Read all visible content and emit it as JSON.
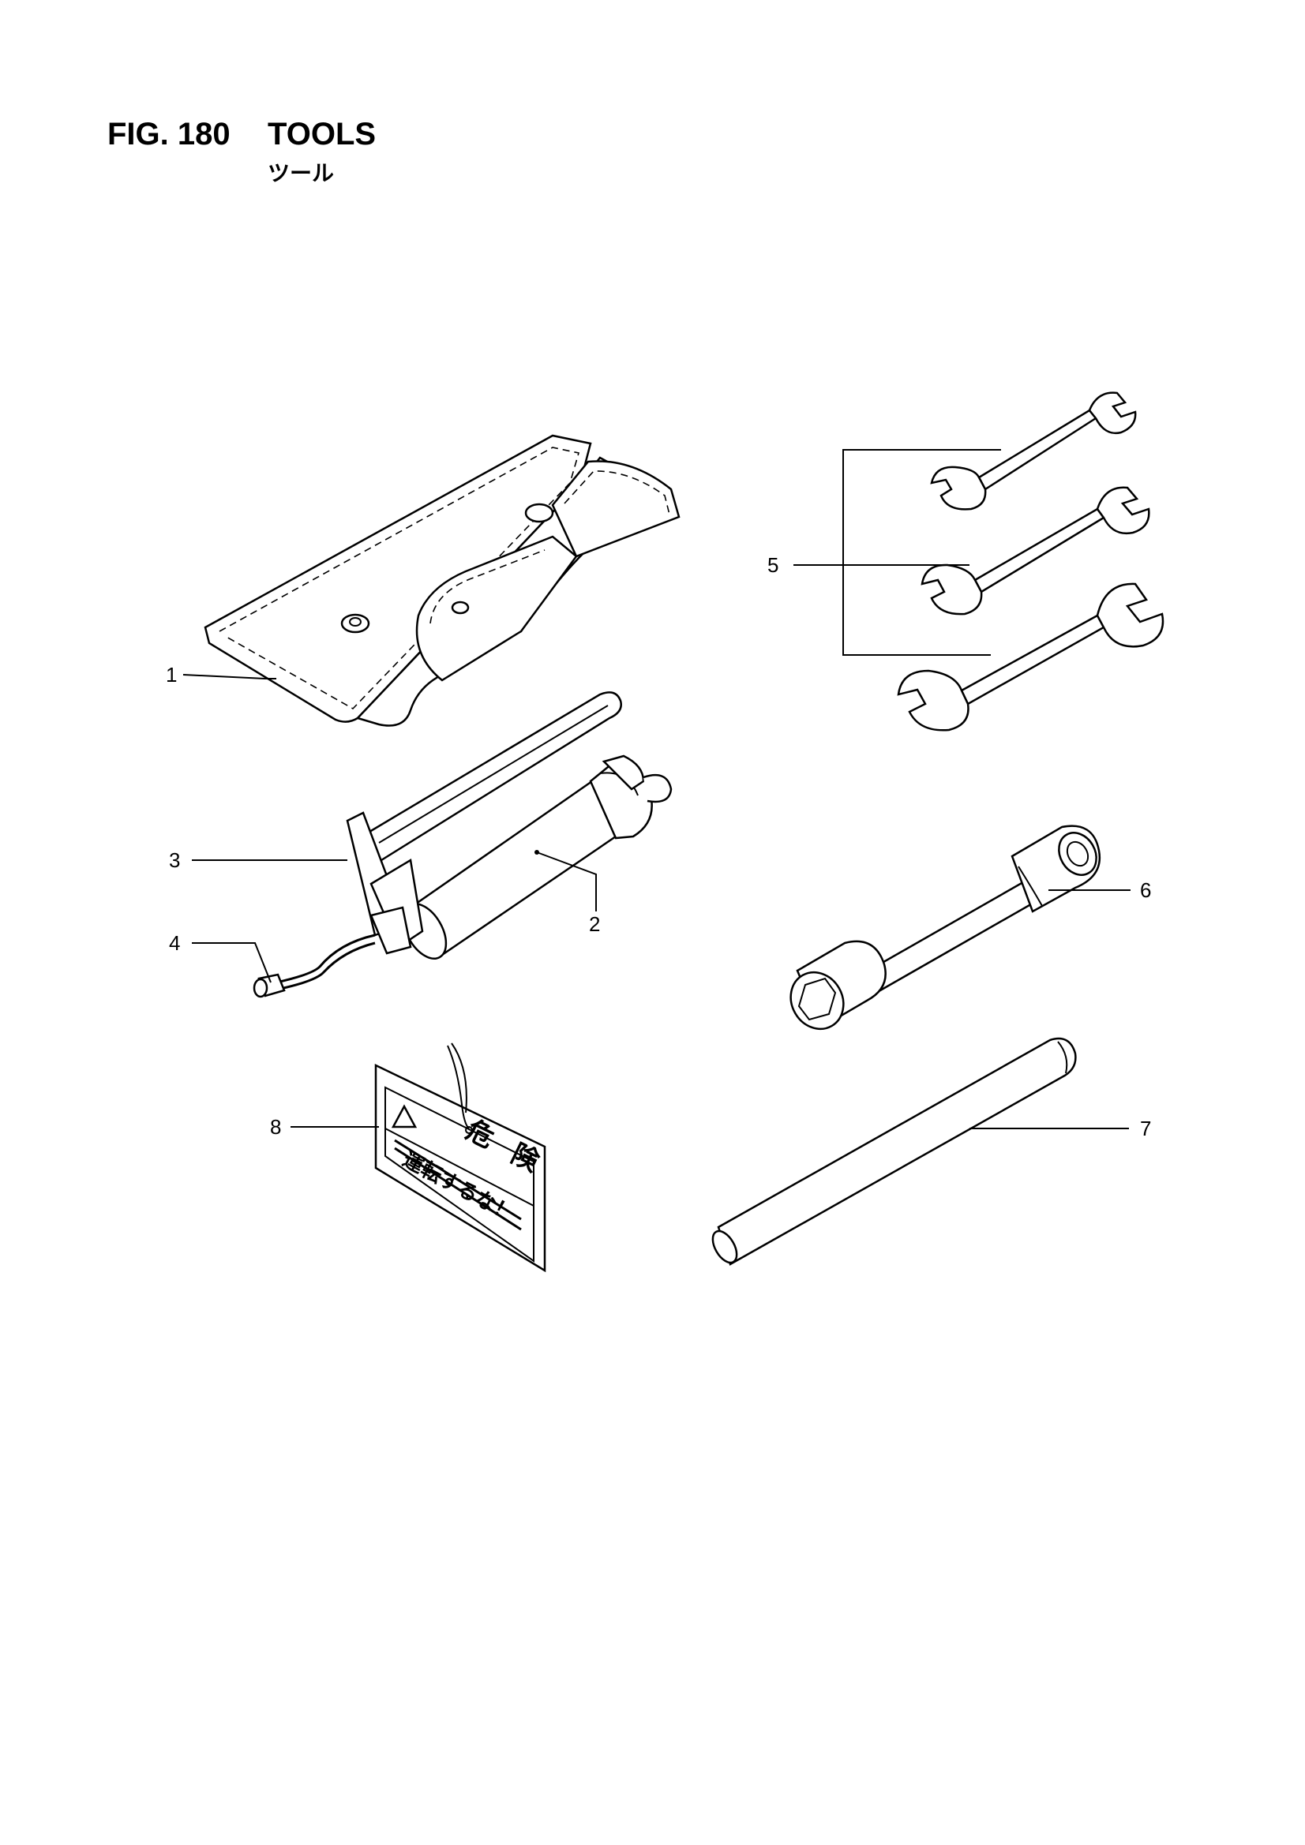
{
  "figure": {
    "number": "FIG. 180",
    "title": "TOOLS",
    "title_ja": "ツール"
  },
  "callouts": [
    {
      "id": "1",
      "label": "1"
    },
    {
      "id": "2",
      "label": "2"
    },
    {
      "id": "3",
      "label": "3"
    },
    {
      "id": "4",
      "label": "4"
    },
    {
      "id": "5",
      "label": "5"
    },
    {
      "id": "6",
      "label": "6"
    },
    {
      "id": "7",
      "label": "7"
    },
    {
      "id": "8",
      "label": "8"
    }
  ],
  "decal": {
    "line1_left": "危",
    "line1_right": "険",
    "line2": "運転するな！"
  }
}
